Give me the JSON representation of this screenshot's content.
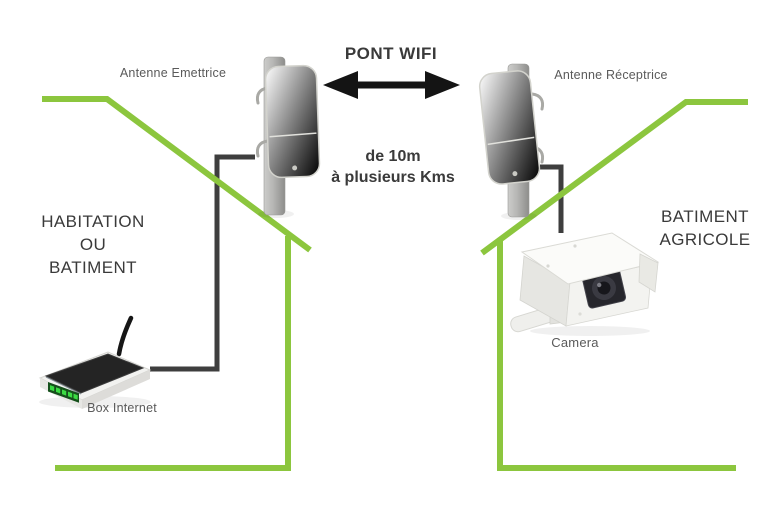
{
  "diagram": {
    "title": "PONT WIFI",
    "distance": {
      "line1": "de 10m",
      "line2": "à plusieurs Kms"
    },
    "transmitter_antenna_label": "Antenne Emettrice",
    "receiver_antenna_label": "Antenne Réceptrice",
    "left_building": {
      "lines": [
        "HABITATION",
        "OU",
        "BATIMENT"
      ]
    },
    "right_building": {
      "lines": [
        "BATIMENT",
        "AGRICOLE"
      ]
    },
    "router_label": "Box Internet",
    "camera_label": "Camera"
  },
  "icons": {
    "wifi_bridge_arrow": "double-headed-arrow",
    "transmitter_antenna": "outdoor-wifi-antenna-on-pole",
    "receiver_antenna": "outdoor-wifi-antenna-on-pole",
    "router": "internet-box-router",
    "camera": "cctv-camera"
  },
  "colors": {
    "accent_green": "#8CC63E",
    "cable_dark": "#3E3E3E",
    "arrow_black": "#141414",
    "text_dark": "#3A3A3A",
    "text_grey": "#5A5A5A"
  }
}
